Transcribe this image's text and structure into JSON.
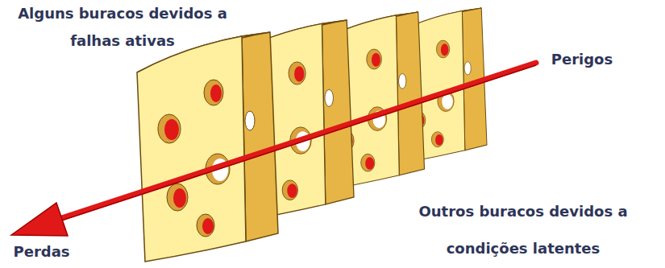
{
  "diagram": {
    "labels": [
      "Alguns buracos devidos a falhas ativas",
      "Perigos",
      "Perdas",
      "Outros buracos devidos a condições latentes"
    ]
  }
}
